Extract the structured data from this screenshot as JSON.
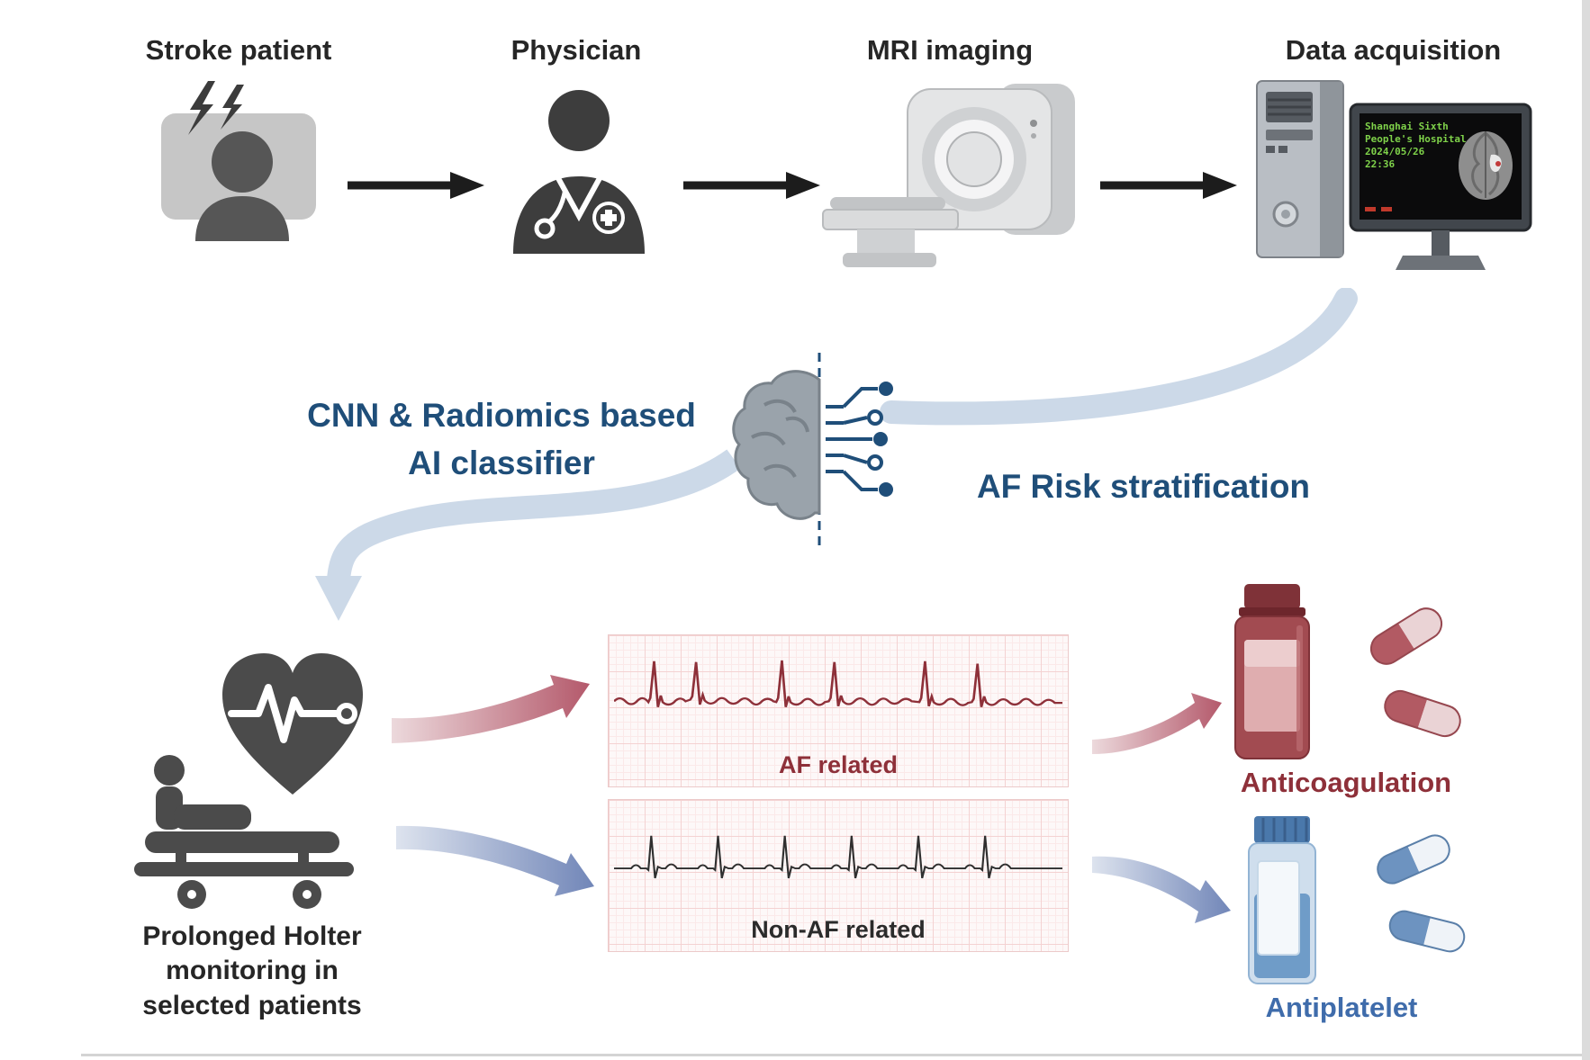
{
  "colors": {
    "navy_text": "#1f4e79",
    "dark_red_text": "#8e3039",
    "blue_text": "#3f6cab",
    "body_text": "#262626",
    "light_blue_arrow": "#ccd9e8",
    "red_arrow": "#b4596b",
    "blue_arrow": "#7186b8",
    "ecg_af_trace": "#8e3039",
    "ecg_nonaf_trace": "#2f2f2f",
    "ecg_grid_pink": "#f4d2d2",
    "monitor_text_green": "#7fd24a"
  },
  "top_row": {
    "steps": [
      {
        "label": "Stroke patient"
      },
      {
        "label": "Physician"
      },
      {
        "label": "MRI imaging"
      },
      {
        "label": "Data acquisition"
      }
    ]
  },
  "monitor_screen": {
    "line1": "Shanghai Sixth",
    "line2": "People's Hospital",
    "line3": "2024/05/26",
    "line4": "22:36"
  },
  "classifier": {
    "line1": "CNN & Radiomics based",
    "line2": "AI classifier"
  },
  "stratification_label": "AF Risk stratification",
  "ecg": {
    "af_label": "AF related",
    "non_af_label": "Non-AF related"
  },
  "holter_caption": {
    "line1": "Prolonged Holter",
    "line2": "monitoring in",
    "line3": "selected patients"
  },
  "treatments": {
    "anticoagulation_label": "Anticoagulation",
    "antiplatelet_label": "Antiplatelet"
  }
}
